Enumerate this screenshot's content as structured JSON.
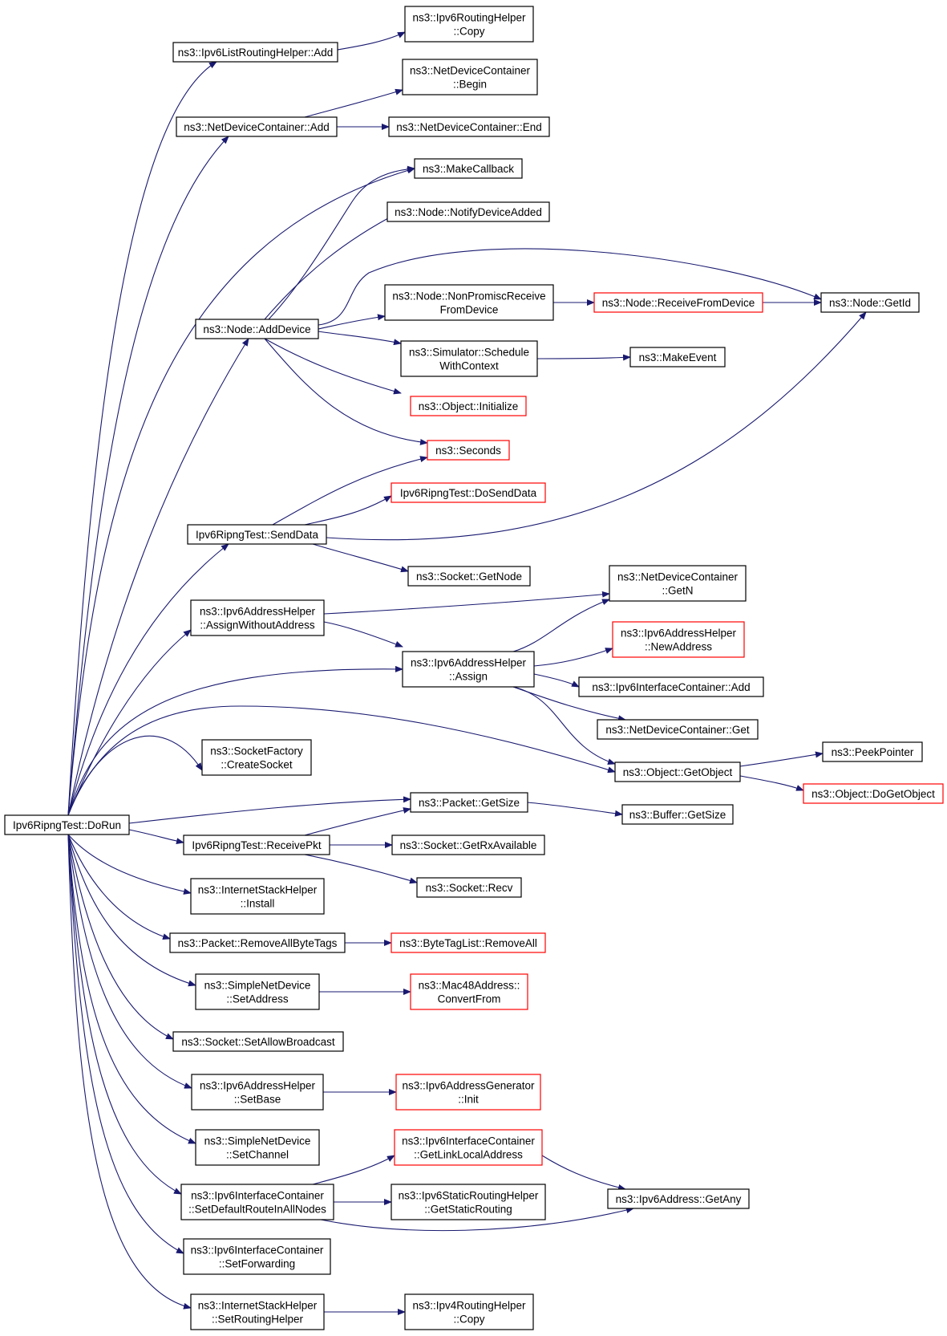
{
  "colors": {
    "edge": "#191970",
    "border_default": "#000000",
    "border_incomplete": "#ff0000",
    "root_fill": "#bfbfbf"
  },
  "nodes": [
    {
      "id": "root",
      "lines": [
        "Ipv6RipngTest::DoRun"
      ],
      "style": "root"
    },
    {
      "id": "listAdd",
      "lines": [
        "ns3::Ipv6ListRoutingHelper::Add"
      ]
    },
    {
      "id": "rhCopy",
      "lines": [
        "ns3::Ipv6RoutingHelper",
        "::Copy"
      ]
    },
    {
      "id": "ndcAdd",
      "lines": [
        "ns3::NetDeviceContainer::Add"
      ]
    },
    {
      "id": "ndcBegin",
      "lines": [
        "ns3::NetDeviceContainer",
        "::Begin"
      ]
    },
    {
      "id": "ndcEnd",
      "lines": [
        "ns3::NetDeviceContainer::End"
      ]
    },
    {
      "id": "makeCb",
      "lines": [
        "ns3::MakeCallback"
      ]
    },
    {
      "id": "notify",
      "lines": [
        "ns3::Node::NotifyDeviceAdded"
      ]
    },
    {
      "id": "nonPromisc",
      "lines": [
        "ns3::Node::NonPromiscReceive",
        "FromDevice"
      ]
    },
    {
      "id": "recvFrom",
      "lines": [
        "ns3::Node::ReceiveFromDevice"
      ],
      "style": "incomplete"
    },
    {
      "id": "getId",
      "lines": [
        "ns3::Node::GetId"
      ]
    },
    {
      "id": "addDevice",
      "lines": [
        "ns3::Node::AddDevice"
      ]
    },
    {
      "id": "schedule",
      "lines": [
        "ns3::Simulator::Schedule",
        "WithContext"
      ]
    },
    {
      "id": "makeEvent",
      "lines": [
        "ns3::MakeEvent"
      ]
    },
    {
      "id": "initialize",
      "lines": [
        "ns3::Object::Initialize"
      ],
      "style": "incomplete"
    },
    {
      "id": "seconds",
      "lines": [
        "ns3::Seconds"
      ],
      "style": "incomplete"
    },
    {
      "id": "doSend",
      "lines": [
        "Ipv6RipngTest::DoSendData"
      ],
      "style": "incomplete"
    },
    {
      "id": "sendData",
      "lines": [
        "Ipv6RipngTest::SendData"
      ]
    },
    {
      "id": "getNode",
      "lines": [
        "ns3::Socket::GetNode"
      ]
    },
    {
      "id": "getN",
      "lines": [
        "ns3::NetDeviceContainer",
        "::GetN"
      ]
    },
    {
      "id": "assignWo",
      "lines": [
        "ns3::Ipv6AddressHelper",
        "::AssignWithoutAddress"
      ]
    },
    {
      "id": "newAddr",
      "lines": [
        "ns3::Ipv6AddressHelper",
        "::NewAddress"
      ],
      "style": "incomplete"
    },
    {
      "id": "assign",
      "lines": [
        "ns3::Ipv6AddressHelper",
        "::Assign"
      ]
    },
    {
      "id": "icAdd",
      "lines": [
        "ns3::Ipv6InterfaceContainer::Add"
      ]
    },
    {
      "id": "ndcGet",
      "lines": [
        "ns3::NetDeviceContainer::Get"
      ]
    },
    {
      "id": "createSocket",
      "lines": [
        "ns3::SocketFactory",
        "::CreateSocket"
      ]
    },
    {
      "id": "getObject",
      "lines": [
        "ns3::Object::GetObject"
      ]
    },
    {
      "id": "peek",
      "lines": [
        "ns3::PeekPointer"
      ]
    },
    {
      "id": "doGetObject",
      "lines": [
        "ns3::Object::DoGetObject"
      ],
      "style": "incomplete"
    },
    {
      "id": "pktSize",
      "lines": [
        "ns3::Packet::GetSize"
      ]
    },
    {
      "id": "bufSize",
      "lines": [
        "ns3::Buffer::GetSize"
      ]
    },
    {
      "id": "recvPkt",
      "lines": [
        "Ipv6RipngTest::ReceivePkt"
      ]
    },
    {
      "id": "rxAvail",
      "lines": [
        "ns3::Socket::GetRxAvailable"
      ]
    },
    {
      "id": "sockRecv",
      "lines": [
        "ns3::Socket::Recv"
      ]
    },
    {
      "id": "install",
      "lines": [
        "ns3::InternetStackHelper",
        "::Install"
      ]
    },
    {
      "id": "removeTags",
      "lines": [
        "ns3::Packet::RemoveAllByteTags"
      ]
    },
    {
      "id": "removeAll",
      "lines": [
        "ns3::ByteTagList::RemoveAll"
      ],
      "style": "incomplete"
    },
    {
      "id": "setAddr",
      "lines": [
        "ns3::SimpleNetDevice",
        "::SetAddress"
      ]
    },
    {
      "id": "convertFrom",
      "lines": [
        "ns3::Mac48Address::",
        "ConvertFrom"
      ],
      "style": "incomplete"
    },
    {
      "id": "allowBcast",
      "lines": [
        "ns3::Socket::SetAllowBroadcast"
      ]
    },
    {
      "id": "setBase",
      "lines": [
        "ns3::Ipv6AddressHelper",
        "::SetBase"
      ]
    },
    {
      "id": "genInit",
      "lines": [
        "ns3::Ipv6AddressGenerator",
        "::Init"
      ],
      "style": "incomplete"
    },
    {
      "id": "setChannel",
      "lines": [
        "ns3::SimpleNetDevice",
        "::SetChannel"
      ]
    },
    {
      "id": "getLinkLocal",
      "lines": [
        "ns3::Ipv6InterfaceContainer",
        "::GetLinkLocalAddress"
      ],
      "style": "incomplete"
    },
    {
      "id": "setDefRoute",
      "lines": [
        "ns3::Ipv6InterfaceContainer",
        "::SetDefaultRouteInAllNodes"
      ]
    },
    {
      "id": "getStatic",
      "lines": [
        "ns3::Ipv6StaticRoutingHelper",
        "::GetStaticRouting"
      ]
    },
    {
      "id": "getAny",
      "lines": [
        "ns3::Ipv6Address::GetAny"
      ]
    },
    {
      "id": "setFwd",
      "lines": [
        "ns3::Ipv6InterfaceContainer",
        "::SetForwarding"
      ]
    },
    {
      "id": "setRouting",
      "lines": [
        "ns3::InternetStackHelper",
        "::SetRoutingHelper"
      ]
    },
    {
      "id": "v4Copy",
      "lines": [
        "ns3::Ipv4RoutingHelper",
        "::Copy"
      ]
    }
  ]
}
